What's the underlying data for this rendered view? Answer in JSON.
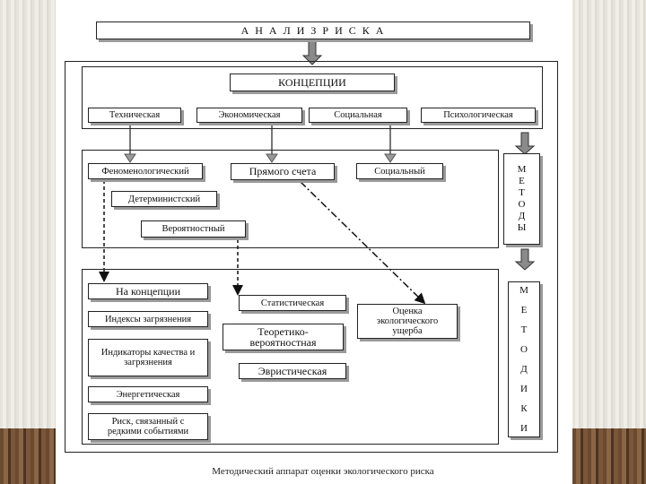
{
  "title": "А Н А Л И З    Р И С К А",
  "concepts": {
    "header": "КОНЦЕПЦИИ",
    "items": [
      "Техническая",
      "Экономическая",
      "Социальная",
      "Психологическая"
    ]
  },
  "methods": {
    "items": [
      "Феноменологический",
      "Детерминистский",
      "Вероятностный",
      "Прямого счета",
      "Социальный"
    ],
    "side_label": "М\nЕ\nТ\nО\nД\nЫ"
  },
  "techniques": {
    "left": [
      "На концепции",
      "Индексы загрязнения",
      "Индикаторы качества и загрязнения",
      "Энергетическая",
      "Риск, связанный с редкими событиями"
    ],
    "middle": [
      "Статистическая",
      "Теоретико-вероятностная",
      "Эвристическая"
    ],
    "right": [
      "Оценка экологического ущерба"
    ],
    "side_label": "М\n\nЕ\n\nТ\n\nО\n\nД\n\nИ\n\nК\n\nИ"
  },
  "caption": "Методический аппарат оценки экологического риска"
}
